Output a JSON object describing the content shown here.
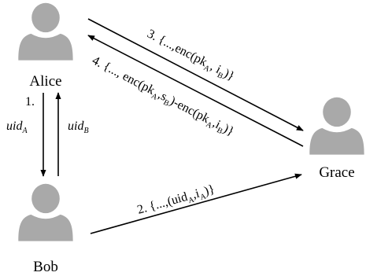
{
  "colors": {
    "person": "#a9a9a9",
    "line": "#000000",
    "text": "#000000",
    "background": "#ffffff"
  },
  "participants": {
    "alice": {
      "name": "Alice",
      "icon": "person-icon"
    },
    "bob": {
      "name": "Bob",
      "icon": "person-icon"
    },
    "grace": {
      "name": "Grace",
      "icon": "person-icon"
    }
  },
  "messages": {
    "m1": {
      "number": "1.",
      "down_label": "uid",
      "down_sub": "A",
      "up_label": "uid",
      "up_sub": "B"
    },
    "m2": {
      "text": "2. {...,(uid",
      "sub1": "A",
      "mid": ",i",
      "sub2": "A",
      "end": ")}"
    },
    "m3": {
      "text": "3. {...,enc(pk",
      "sub1": "A",
      "mid": ", i",
      "sub2": "B",
      "end": ")}"
    },
    "m4": {
      "t1": "4. {..., enc(pk",
      "s1": "A",
      "t2": ",s",
      "s2": "B",
      "t3": ")-enc(pk",
      "s3": "A",
      "t4": ",i",
      "s4": "B",
      "t5": ")}"
    }
  }
}
